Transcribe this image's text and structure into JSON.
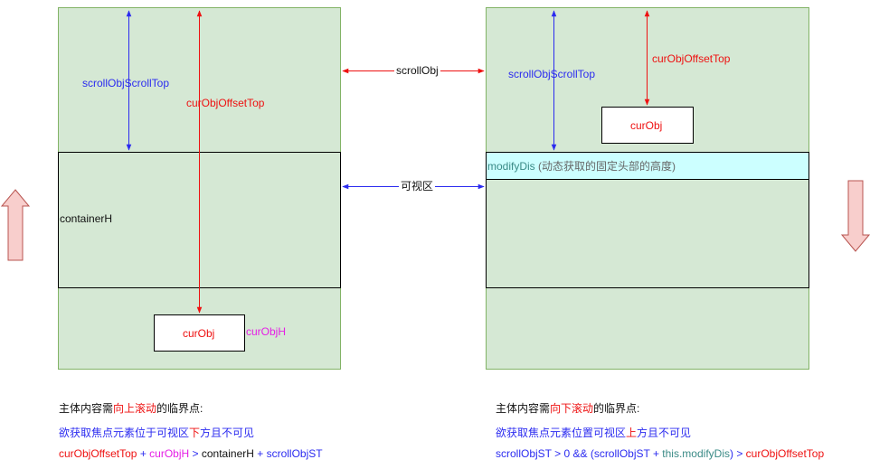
{
  "colors": {
    "panel_fill": "#d5e8d4",
    "panel_stroke": "#82b366",
    "highlight_fill": "#ccffff",
    "blue": "#2b2bf0",
    "red": "#ee1111",
    "magenta": "#e51ee5",
    "arrow_fill": "#f8cecc",
    "arrow_stroke": "#b85450"
  },
  "left": {
    "scroll_st": "scrollObjScrollTop",
    "offset_top": "curObjOffsetTop",
    "container": "containerH",
    "cur_obj": "curObj",
    "cur_obj_h": "curObjH"
  },
  "right": {
    "scroll_st": "scrollObjScrollTop",
    "offset_top": "curObjOffsetTop",
    "cur_obj": "curObj",
    "modify_name": "modifyDis",
    "modify_desc": " (动态获取的固定头部的高度)"
  },
  "middle": {
    "scroll_obj": "scrollObj",
    "visible_area": "可视区"
  },
  "notes_left": {
    "l1_a": "主体内容需",
    "l1_b": "向上滚动",
    "l1_c": "的临界点:",
    "l2_a": "欲获取焦点元素位于可视区",
    "l2_b": "下",
    "l2_c": "方且不可见",
    "l3_a": "curObjOffsetTop",
    "l3_b": " + ",
    "l3_c": "curObjH",
    "l3_d": " > ",
    "l3_e": "containerH",
    "l3_f": " + scrollObjST"
  },
  "notes_right": {
    "l1_a": "主体内容需",
    "l1_b": "向下滚动",
    "l1_c": "的临界点:",
    "l2_a": "欲获取焦点元素位置可视区",
    "l2_b": "上",
    "l2_c": "方且不可见",
    "l3_a": "scrollObjST > 0 && (scrollObjST + ",
    "l3_b": "this.modifyDis",
    "l3_c": ") > ",
    "l3_d": "curObjOffsetTop"
  },
  "side_arrows": {
    "left_direction": "up",
    "right_direction": "down"
  }
}
